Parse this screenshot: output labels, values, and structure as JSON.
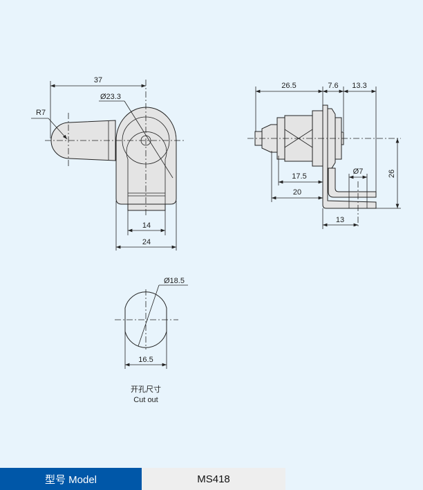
{
  "front_view": {
    "dim_length": "37",
    "dim_radius": "R7",
    "dim_diameter": "Ø23.3",
    "dim_slot": "14",
    "dim_width": "24"
  },
  "side_view": {
    "dim_a": "26.5",
    "dim_b": "7.6",
    "dim_c": "13.3",
    "dim_d": "17.5",
    "dim_e": "20",
    "dim_hole": "Ø7",
    "dim_f": "13",
    "dim_height": "26"
  },
  "cutout": {
    "dim_diameter": "Ø18.5",
    "dim_flat": "16.5",
    "title_cn": "开孔尺寸",
    "title_en": "Cut out"
  },
  "model": {
    "label": "型号 Model",
    "value": "MS418"
  }
}
